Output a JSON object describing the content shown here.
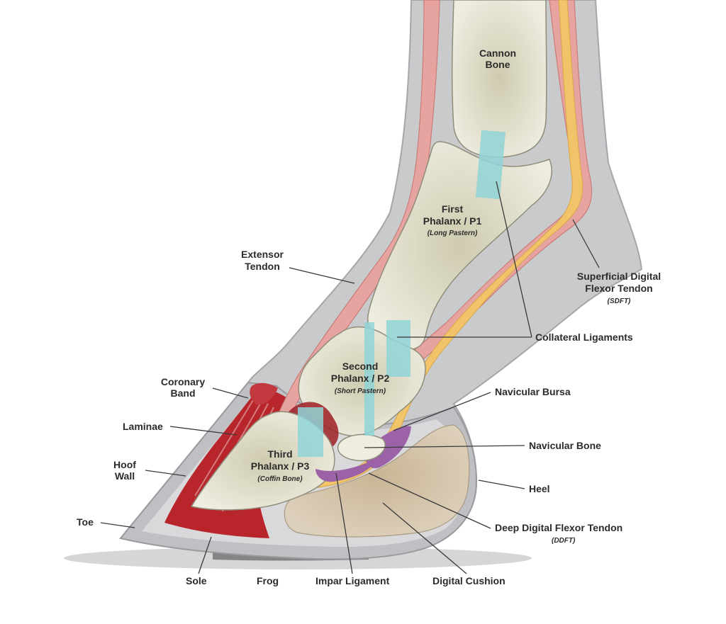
{
  "labels": {
    "cannon_bone": [
      "Cannon",
      "Bone"
    ],
    "first_phalanx": [
      "First",
      "Phalanx / P1"
    ],
    "first_phalanx_sub": "(Long Pastern)",
    "extensor_tendon": [
      "Extensor",
      "Tendon"
    ],
    "sdft": [
      "Superficial Digital",
      "Flexor Tendon"
    ],
    "sdft_sub": "(SDFT)",
    "collateral_ligaments": "Collateral Ligaments",
    "second_phalanx": [
      "Second",
      "Phalanx / P2"
    ],
    "second_phalanx_sub": "(Short Pastern)",
    "coronary_band": [
      "Coronary",
      "Band"
    ],
    "navicular_bursa": "Navicular Bursa",
    "laminae": "Laminae",
    "navicular_bone": "Navicular Bone",
    "third_phalanx": [
      "Third",
      "Phalanx / P3"
    ],
    "third_phalanx_sub": "(Coffin Bone)",
    "hoof_wall": [
      "Hoof",
      "Wall"
    ],
    "heel": "Heel",
    "toe": "Toe",
    "ddft": "Deep Digital Flexor Tendon",
    "ddft_sub": "(DDFT)",
    "sole": "Sole",
    "frog": "Frog",
    "impar_ligament": "Impar Ligament",
    "digital_cushion": "Digital Cushion"
  },
  "colors": {
    "skin": "#cfd0d2",
    "skin_edge": "#a9aaad",
    "hoof": "#b9babd",
    "bone": "#e9e8d8",
    "bone_edge": "#8f8d7a",
    "tendon_pink": "#e6a3a0",
    "tendon_yellow": "#f2c46a",
    "ligament": "#8fd3d6",
    "laminae": "#b8262c",
    "cushion": "#cdbb9e",
    "bursa": "#9b62a8"
  }
}
